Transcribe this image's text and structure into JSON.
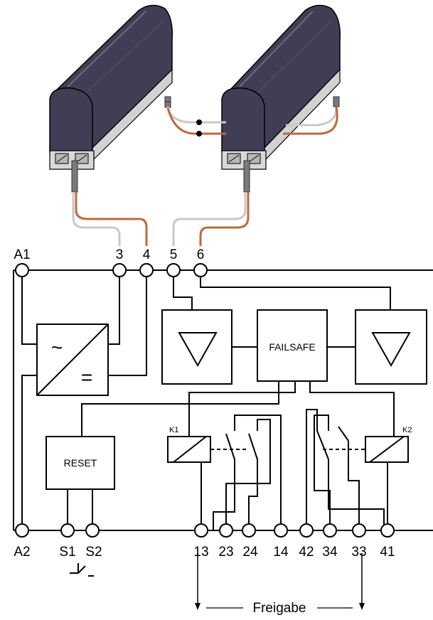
{
  "terminals_top": [
    "A1",
    "3",
    "4",
    "5",
    "6"
  ],
  "terminals_bottom": [
    "A2",
    "S1",
    "S2",
    "13",
    "23",
    "24",
    "14",
    "42",
    "34",
    "33",
    "41"
  ],
  "blocks": {
    "power_ac": "~",
    "power_dc": "=",
    "reset": "RESET",
    "failsafe": "FAILSAFE",
    "relay_k1": "K1",
    "relay_k2": "K2"
  },
  "output_label": "Freigabe",
  "colors": {
    "sensor_body": "#3f3e55",
    "sensor_base": "#c8c8c8",
    "wire_copper": "#c0683a",
    "wire_grey": "#c8c8c8"
  }
}
